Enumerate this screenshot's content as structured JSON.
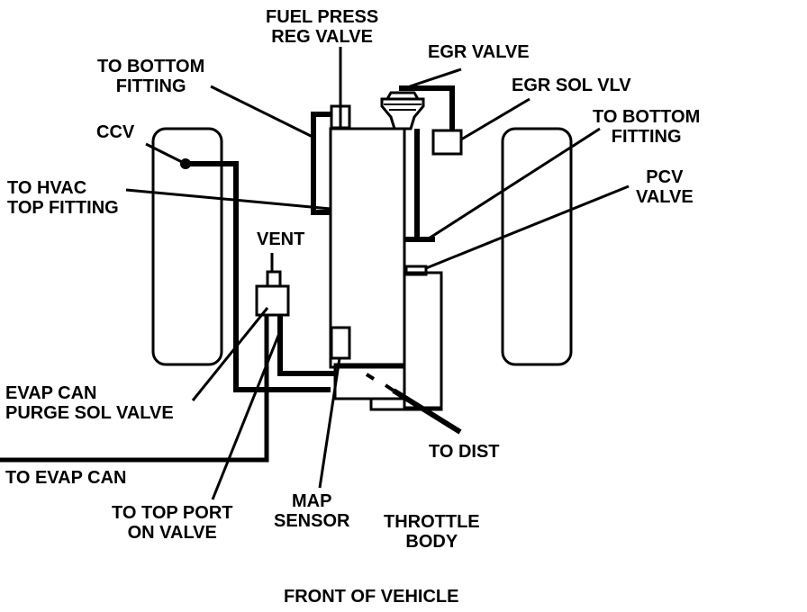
{
  "diagram": {
    "labels": {
      "fuel_press_reg_valve": [
        "FUEL PRESS",
        "REG VALVE"
      ],
      "egr_valve": "EGR VALVE",
      "egr_sol_vlv": "EGR SOL VLV",
      "to_bottom_fitting_left": [
        "TO BOTTOM",
        "FITTING"
      ],
      "to_bottom_fitting_right": [
        "TO BOTTOM",
        "FITTING"
      ],
      "ccv": "CCV",
      "to_hvac_top_fitting": [
        "TO HVAC",
        "TOP FITTING"
      ],
      "pcv_valve": [
        "PCV",
        "VALVE"
      ],
      "vent": "VENT",
      "evap_can_purge_sol_valve": [
        "EVAP CAN",
        "PURGE SOL VALVE"
      ],
      "to_dist": "TO DIST",
      "to_evap_can": "TO EVAP CAN",
      "to_top_port_on_valve": [
        "TO TOP PORT",
        "ON VALVE"
      ],
      "map_sensor": [
        "MAP",
        "SENSOR"
      ],
      "throttle_body": [
        "THROTTLE",
        "BODY"
      ],
      "front_of_vehicle": "FRONT OF VEHICLE"
    },
    "colors": {
      "line": "#000000",
      "background": "#ffffff"
    }
  }
}
